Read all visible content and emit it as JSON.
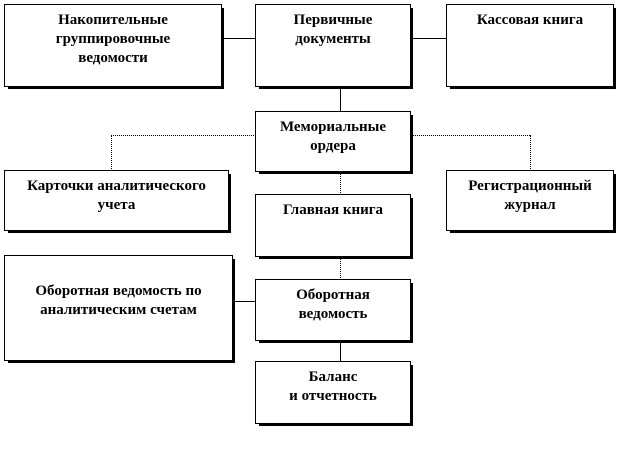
{
  "diagram": {
    "boxes": {
      "accumulative_statements": "Накопительные\nгруппировочные\nведомости",
      "primary_documents": "Первичные\nдокументы",
      "cash_book": "Кассовая книга",
      "memorial_orders": "Мемориальные\nордера",
      "analytical_cards": "Карточки аналитического\nучета",
      "registration_journal": "Регистрационный\nжурнал",
      "general_ledger": "Главная книга",
      "analytical_turnover": "Оборотная ведомость по\nаналитическим  счетам",
      "turnover_statement": "Оборотная\nведомость",
      "balance_reporting": "Баланс\nи отчетность"
    }
  }
}
